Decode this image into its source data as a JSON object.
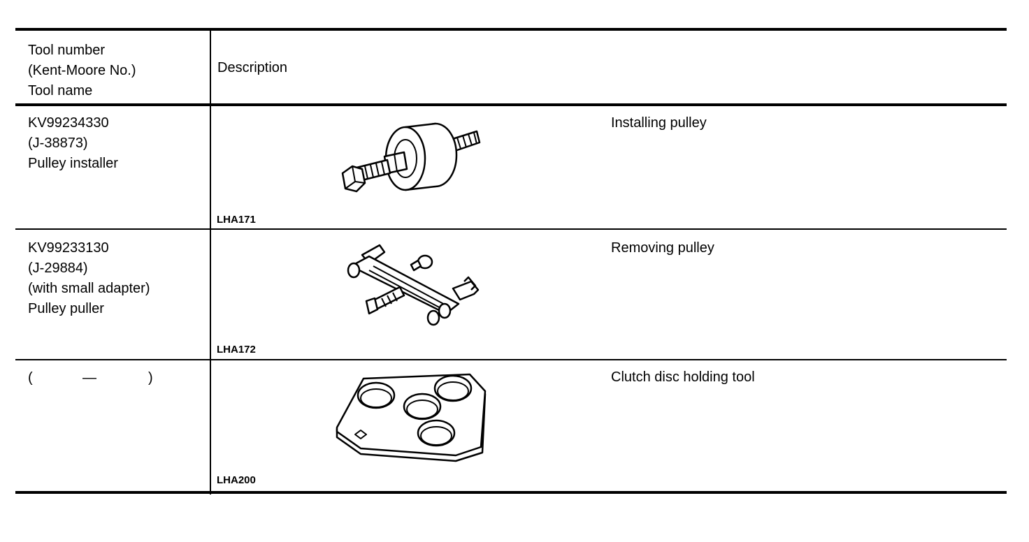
{
  "header": {
    "tool_col": [
      "Tool number",
      "(Kent-Moore No.)",
      "Tool name"
    ],
    "desc_col": "Description"
  },
  "rows": [
    {
      "tool_lines": [
        "KV99234330",
        "(J-38873)",
        "Pulley installer"
      ],
      "figure_code": "LHA171",
      "figure_icon": "pulley-installer-illustration",
      "description": "Installing pulley"
    },
    {
      "tool_lines": [
        "KV99233130",
        "(J-29884)",
        "(with small adapter)",
        "Pulley puller"
      ],
      "figure_code": "LHA172",
      "figure_icon": "pulley-puller-illustration",
      "description": "Removing pulley"
    },
    {
      "tool_lines": [
        "(",
        "—",
        ")"
      ],
      "figure_code": "LHA200",
      "figure_icon": "clutch-disc-holding-tool-illustration",
      "description": "Clutch disc holding tool"
    }
  ]
}
